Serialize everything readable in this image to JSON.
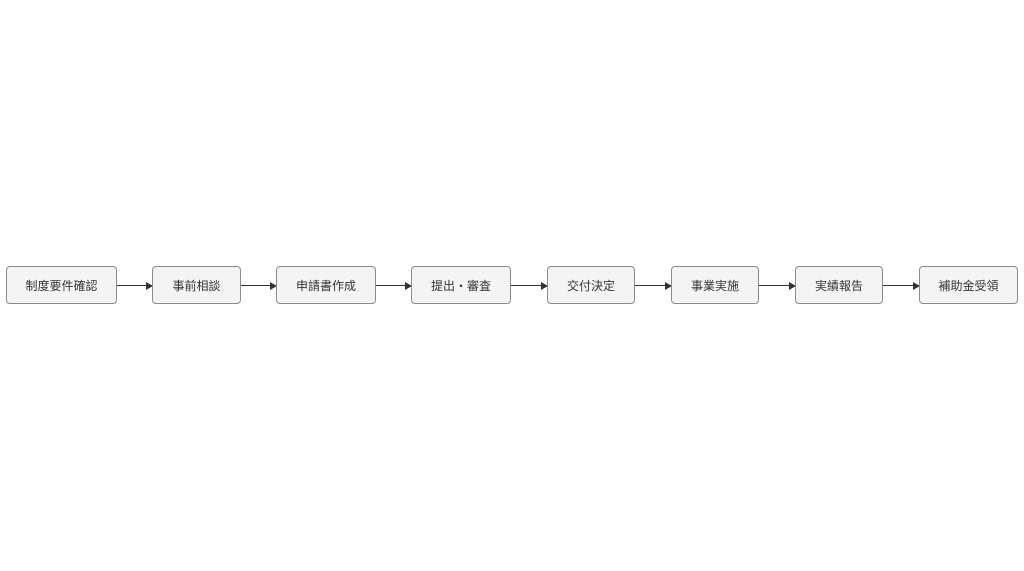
{
  "diagram": {
    "steps": [
      "制度要件確認",
      "事前相談",
      "申請書作成",
      "提出・審査",
      "交付決定",
      "事業実施",
      "実績報告",
      "補助金受領"
    ],
    "colors": {
      "node_fill": "#f4f4f4",
      "node_border": "#8a8a8a",
      "edge": "#333333"
    }
  }
}
